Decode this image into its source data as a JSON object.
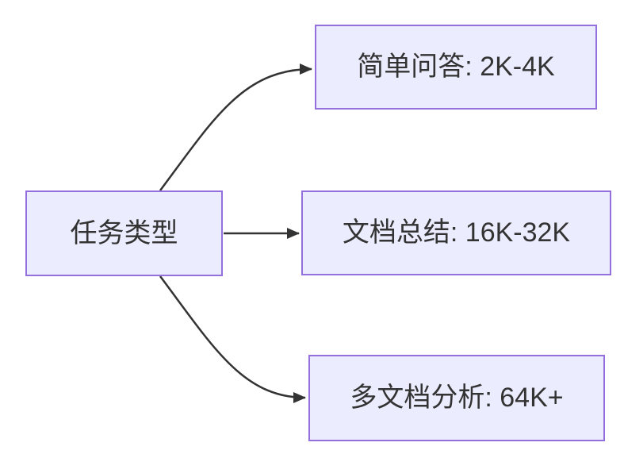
{
  "diagram": {
    "type": "flowchart",
    "direction": "left-to-right",
    "root": {
      "label": "任务类型"
    },
    "branches": [
      {
        "label": "简单问答: 2K-4K"
      },
      {
        "label": "文档总结: 16K-32K"
      },
      {
        "label": "多文档分析: 64K+"
      }
    ],
    "edges": [
      {
        "from": "任务类型",
        "to": "简单问答: 2K-4K"
      },
      {
        "from": "任务类型",
        "to": "文档总结: 16K-32K"
      },
      {
        "from": "任务类型",
        "to": "多文档分析: 64K+"
      }
    ],
    "colors": {
      "node_fill": "#ECECFF",
      "node_border": "#9370DB",
      "edge_stroke": "#333333",
      "text": "#333333",
      "background": "#FFFFFF"
    }
  }
}
